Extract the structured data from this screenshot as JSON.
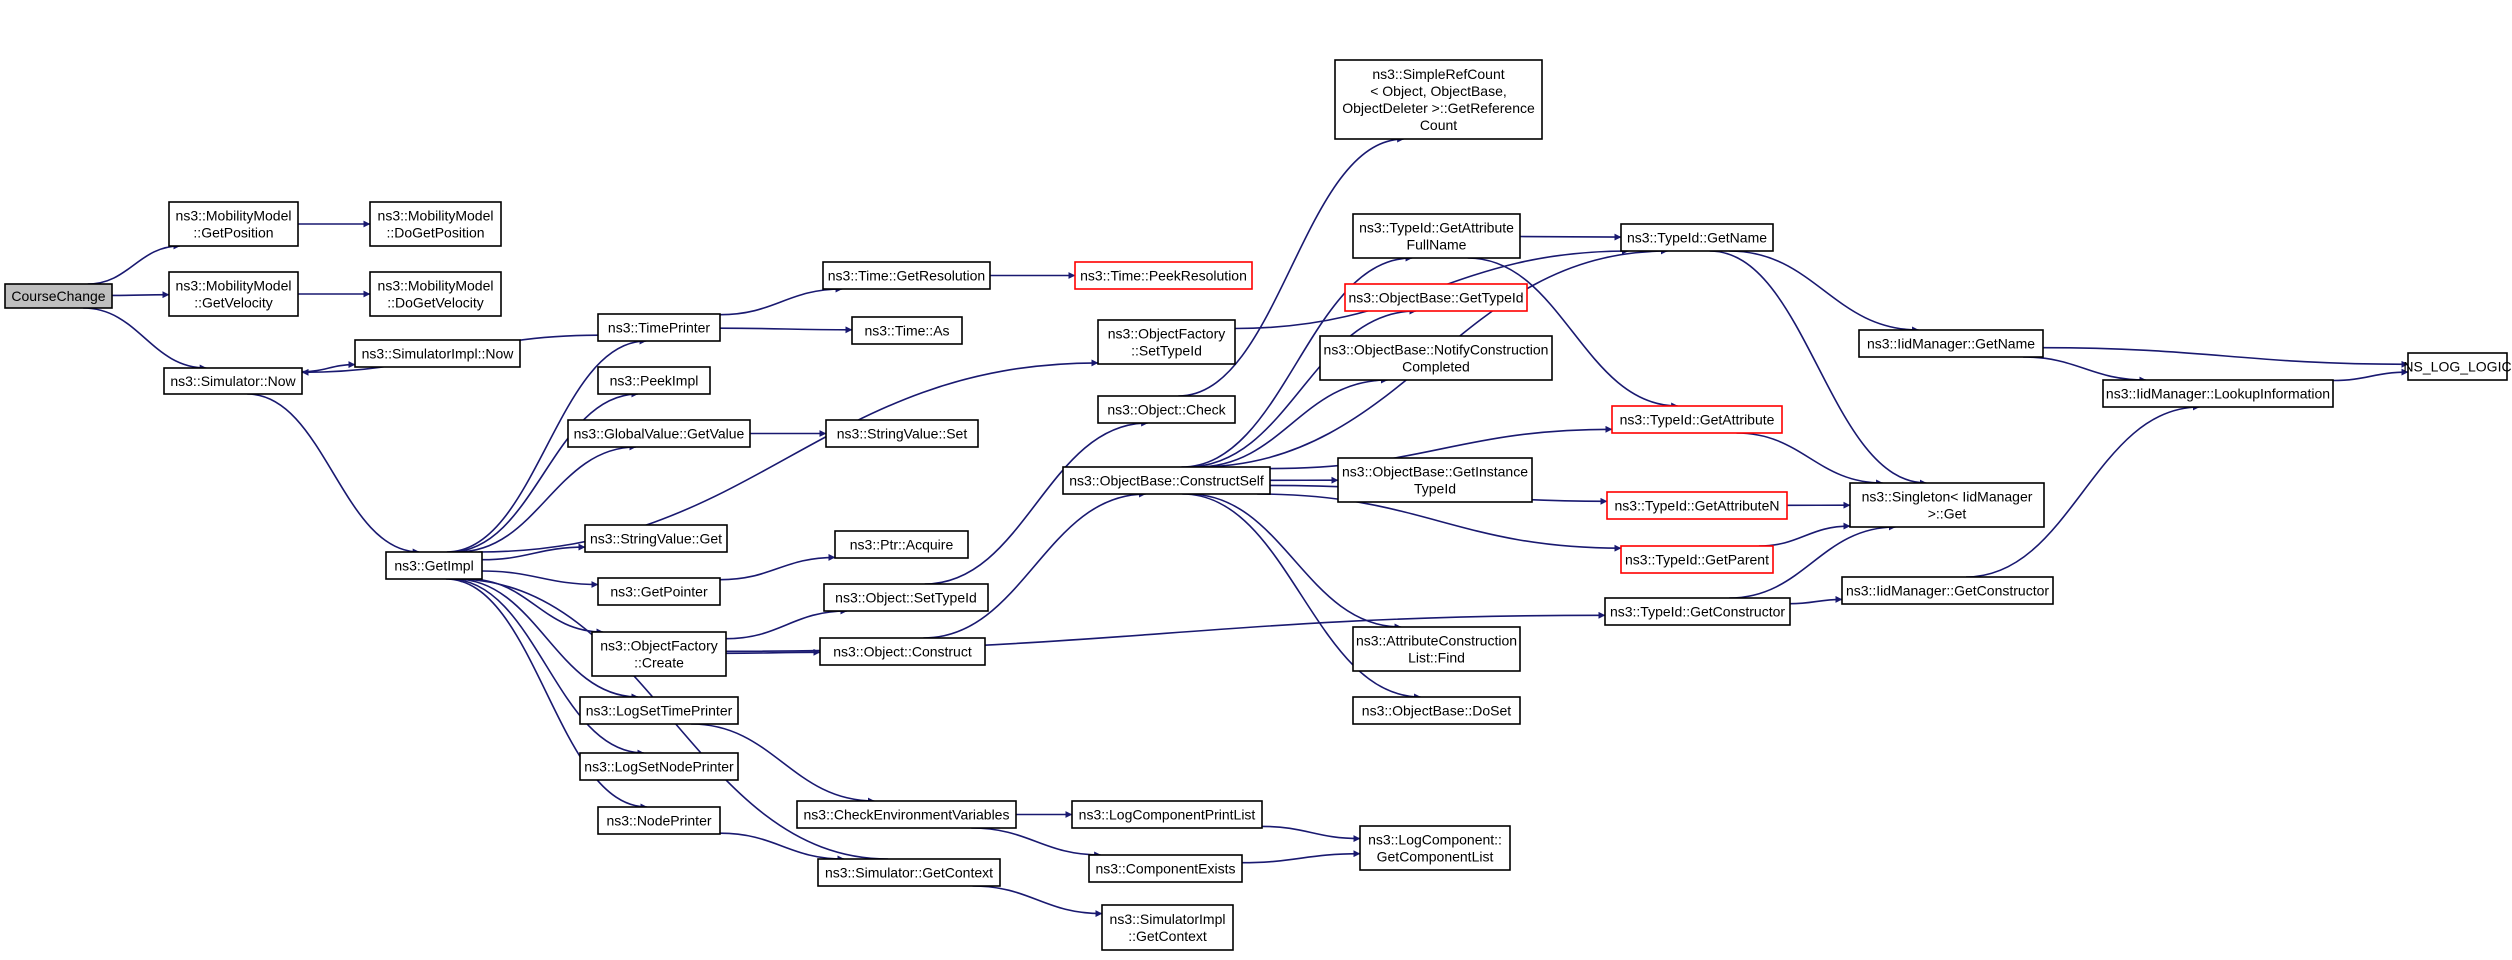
{
  "diagram": {
    "type": "call-graph",
    "colors": {
      "edge": "#191970",
      "root_fill": "#bfbfbf",
      "truncated_border": "#ff0000",
      "node_border": "#000000"
    },
    "nodes": [
      {
        "id": "CourseChange",
        "lines": [
          "CourseChange"
        ],
        "root": true
      },
      {
        "id": "MobGetPos",
        "lines": [
          "ns3::MobilityModel",
          "::GetPosition"
        ]
      },
      {
        "id": "MobDoGetPos",
        "lines": [
          "ns3::MobilityModel",
          "::DoGetPosition"
        ]
      },
      {
        "id": "MobGetVel",
        "lines": [
          "ns3::MobilityModel",
          "::GetVelocity"
        ]
      },
      {
        "id": "MobDoGetVel",
        "lines": [
          "ns3::MobilityModel",
          "::DoGetVelocity"
        ]
      },
      {
        "id": "SimNow",
        "lines": [
          "ns3::Simulator::Now"
        ]
      },
      {
        "id": "SimImplNow",
        "lines": [
          "ns3::SimulatorImpl::Now"
        ]
      },
      {
        "id": "TimePrinter",
        "lines": [
          "ns3::TimePrinter"
        ]
      },
      {
        "id": "PeekImpl",
        "lines": [
          "ns3::PeekImpl"
        ]
      },
      {
        "id": "GVGetValue",
        "lines": [
          "ns3::GlobalValue::GetValue"
        ]
      },
      {
        "id": "SVSet",
        "lines": [
          "ns3::StringValue::Set"
        ]
      },
      {
        "id": "GetImpl",
        "lines": [
          "ns3::GetImpl"
        ]
      },
      {
        "id": "SVGet",
        "lines": [
          "ns3::StringValue::Get"
        ]
      },
      {
        "id": "GetPointer",
        "lines": [
          "ns3::GetPointer"
        ]
      },
      {
        "id": "PtrAcquire",
        "lines": [
          "ns3::Ptr::Acquire"
        ]
      },
      {
        "id": "OFCreate",
        "lines": [
          "ns3::ObjectFactory",
          "::Create"
        ]
      },
      {
        "id": "ObjSetTypeId",
        "lines": [
          "ns3::Object::SetTypeId"
        ]
      },
      {
        "id": "ObjConstruct",
        "lines": [
          "ns3::Object::Construct"
        ]
      },
      {
        "id": "LogSetTimePrinter",
        "lines": [
          "ns3::LogSetTimePrinter"
        ]
      },
      {
        "id": "LogSetNodePrinter",
        "lines": [
          "ns3::LogSetNodePrinter"
        ]
      },
      {
        "id": "NodePrinter",
        "lines": [
          "ns3::NodePrinter"
        ]
      },
      {
        "id": "CheckEnv",
        "lines": [
          "ns3::CheckEnvironmentVariables"
        ]
      },
      {
        "id": "SimGetContext",
        "lines": [
          "ns3::Simulator::GetContext"
        ]
      },
      {
        "id": "SimImplGetContext",
        "lines": [
          "ns3::SimulatorImpl",
          "::GetContext"
        ]
      },
      {
        "id": "LogCompPrintList",
        "lines": [
          "ns3::LogComponentPrintList"
        ]
      },
      {
        "id": "ComponentExists",
        "lines": [
          "ns3::ComponentExists"
        ]
      },
      {
        "id": "LogCompGetList",
        "lines": [
          "ns3::LogComponent::",
          "GetComponentList"
        ]
      },
      {
        "id": "TimeGetRes",
        "lines": [
          "ns3::Time::GetResolution"
        ]
      },
      {
        "id": "TimePeekRes",
        "lines": [
          "ns3::Time::PeekResolution"
        ],
        "truncated": true
      },
      {
        "id": "TimeAs",
        "lines": [
          "ns3::Time::As"
        ]
      },
      {
        "id": "OFSetTypeId",
        "lines": [
          "ns3::ObjectFactory",
          "::SetTypeId"
        ]
      },
      {
        "id": "ObjCheck",
        "lines": [
          "ns3::Object::Check"
        ]
      },
      {
        "id": "OBConstructSelf",
        "lines": [
          "ns3::ObjectBase::ConstructSelf"
        ]
      },
      {
        "id": "SRCGetRef",
        "lines": [
          "ns3::SimpleRefCount",
          "< Object, ObjectBase,",
          "ObjectDeleter >::GetReference",
          "Count"
        ]
      },
      {
        "id": "TIGetAttrFullName",
        "lines": [
          "ns3::TypeId::GetAttribute",
          "FullName"
        ]
      },
      {
        "id": "OBGetTypeId",
        "lines": [
          "ns3::ObjectBase::GetTypeId"
        ],
        "truncated": true
      },
      {
        "id": "OBNotifyConstr",
        "lines": [
          "ns3::ObjectBase::NotifyConstruction",
          "Completed"
        ]
      },
      {
        "id": "OBGetInstTypeId",
        "lines": [
          "ns3::ObjectBase::GetInstance",
          "TypeId"
        ]
      },
      {
        "id": "ACLFind",
        "lines": [
          "ns3::AttributeConstruction",
          "List::Find"
        ]
      },
      {
        "id": "OBDoSet",
        "lines": [
          "ns3::ObjectBase::DoSet"
        ]
      },
      {
        "id": "TIGetName",
        "lines": [
          "ns3::TypeId::GetName"
        ]
      },
      {
        "id": "TIGetAttribute",
        "lines": [
          "ns3::TypeId::GetAttribute"
        ],
        "truncated": true
      },
      {
        "id": "TIGetAttributeN",
        "lines": [
          "ns3::TypeId::GetAttributeN"
        ],
        "truncated": true
      },
      {
        "id": "TIGetParent",
        "lines": [
          "ns3::TypeId::GetParent"
        ],
        "truncated": true
      },
      {
        "id": "TIGetConstructor",
        "lines": [
          "ns3::TypeId::GetConstructor"
        ]
      },
      {
        "id": "IidGetName",
        "lines": [
          "ns3::IidManager::GetName"
        ]
      },
      {
        "id": "SingletonGet",
        "lines": [
          "ns3::Singleton< IidManager",
          ">::Get"
        ]
      },
      {
        "id": "IidGetConstructor",
        "lines": [
          "ns3::IidManager::GetConstructor"
        ]
      },
      {
        "id": "IidLookup",
        "lines": [
          "ns3::IidManager::LookupInformation"
        ]
      },
      {
        "id": "NSLogLogic",
        "lines": [
          "NS_LOG_LOGIC"
        ]
      }
    ],
    "edges": [
      [
        "CourseChange",
        "MobGetPos"
      ],
      [
        "CourseChange",
        "MobGetVel"
      ],
      [
        "CourseChange",
        "SimNow"
      ],
      [
        "MobGetPos",
        "MobDoGetPos"
      ],
      [
        "MobGetVel",
        "MobDoGetVel"
      ],
      [
        "SimNow",
        "SimImplNow"
      ],
      [
        "SimNow",
        "GetImpl"
      ],
      [
        "TimePrinter",
        "SimNow"
      ],
      [
        "TimePrinter",
        "TimeGetRes"
      ],
      [
        "TimePrinter",
        "TimeAs"
      ],
      [
        "TimeGetRes",
        "TimePeekRes"
      ],
      [
        "GetImpl",
        "TimePrinter"
      ],
      [
        "GetImpl",
        "PeekImpl"
      ],
      [
        "GetImpl",
        "GVGetValue"
      ],
      [
        "GetImpl",
        "OFSetTypeId"
      ],
      [
        "GetImpl",
        "SVGet"
      ],
      [
        "GetImpl",
        "GetPointer"
      ],
      [
        "GetImpl",
        "OFCreate"
      ],
      [
        "GetImpl",
        "LogSetTimePrinter"
      ],
      [
        "GetImpl",
        "LogSetNodePrinter"
      ],
      [
        "GetImpl",
        "NodePrinter"
      ],
      [
        "GVGetValue",
        "SVSet"
      ],
      [
        "GetPointer",
        "PtrAcquire"
      ],
      [
        "OFCreate",
        "ObjSetTypeId"
      ],
      [
        "OFCreate",
        "ObjConstruct"
      ],
      [
        "OFCreate",
        "TIGetConstructor"
      ],
      [
        "ObjSetTypeId",
        "ObjCheck"
      ],
      [
        "ObjConstruct",
        "OBConstructSelf"
      ],
      [
        "LogSetTimePrinter",
        "CheckEnv"
      ],
      [
        "NodePrinter",
        "SimGetContext"
      ],
      [
        "SimGetContext",
        "GetImpl"
      ],
      [
        "SimGetContext",
        "SimImplGetContext"
      ],
      [
        "CheckEnv",
        "LogCompPrintList"
      ],
      [
        "CheckEnv",
        "ComponentExists"
      ],
      [
        "LogCompPrintList",
        "LogCompGetList"
      ],
      [
        "ComponentExists",
        "LogCompGetList"
      ],
      [
        "OFSetTypeId",
        "TIGetName"
      ],
      [
        "ObjCheck",
        "SRCGetRef"
      ],
      [
        "OBConstructSelf",
        "TIGetName"
      ],
      [
        "OBConstructSelf",
        "TIGetAttrFullName"
      ],
      [
        "OBConstructSelf",
        "OBGetTypeId"
      ],
      [
        "OBConstructSelf",
        "OBNotifyConstr"
      ],
      [
        "OBConstructSelf",
        "OBGetInstTypeId"
      ],
      [
        "OBConstructSelf",
        "TIGetAttribute"
      ],
      [
        "OBConstructSelf",
        "TIGetAttributeN"
      ],
      [
        "OBConstructSelf",
        "TIGetParent"
      ],
      [
        "OBConstructSelf",
        "ACLFind"
      ],
      [
        "OBConstructSelf",
        "OBDoSet"
      ],
      [
        "TIGetAttrFullName",
        "TIGetName"
      ],
      [
        "TIGetAttrFullName",
        "TIGetAttribute"
      ],
      [
        "TIGetName",
        "IidGetName"
      ],
      [
        "TIGetName",
        "SingletonGet"
      ],
      [
        "TIGetAttribute",
        "SingletonGet"
      ],
      [
        "TIGetAttributeN",
        "SingletonGet"
      ],
      [
        "TIGetParent",
        "SingletonGet"
      ],
      [
        "TIGetConstructor",
        "SingletonGet"
      ],
      [
        "TIGetConstructor",
        "IidGetConstructor"
      ],
      [
        "IidGetName",
        "IidLookup"
      ],
      [
        "IidGetName",
        "NSLogLogic"
      ],
      [
        "IidGetConstructor",
        "IidLookup"
      ],
      [
        "IidLookup",
        "NSLogLogic"
      ]
    ]
  }
}
